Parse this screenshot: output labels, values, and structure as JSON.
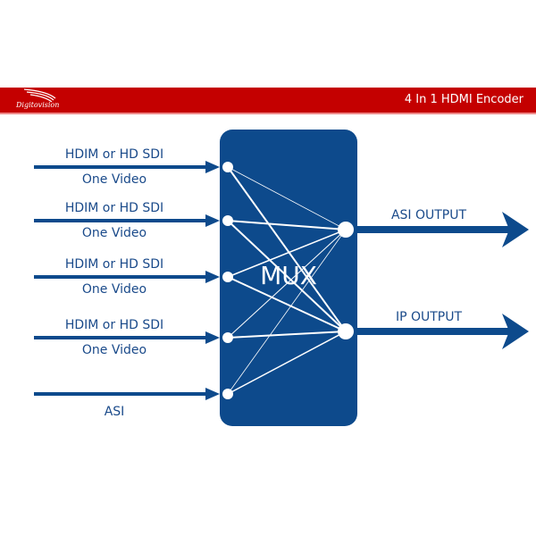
{
  "header": {
    "brand": "Digitovision",
    "title": "4 In 1 HDMI Encoder"
  },
  "inputs": [
    {
      "line1": "HDIM or HD SDI",
      "line2": "One Video"
    },
    {
      "line1": "HDIM or HD SDI",
      "line2": "One Video"
    },
    {
      "line1": "HDIM or HD SDI",
      "line2": "One Video"
    },
    {
      "line1": "HDIM or HD SDI",
      "line2": "One Video"
    },
    {
      "line1": "ASI",
      "line2": ""
    }
  ],
  "mux_label": "MUX",
  "outputs": [
    {
      "label": "ASI OUTPUT"
    },
    {
      "label": "IP OUTPUT"
    }
  ],
  "colors": {
    "banner": "#c40000",
    "blue": "#0d4a8c"
  }
}
